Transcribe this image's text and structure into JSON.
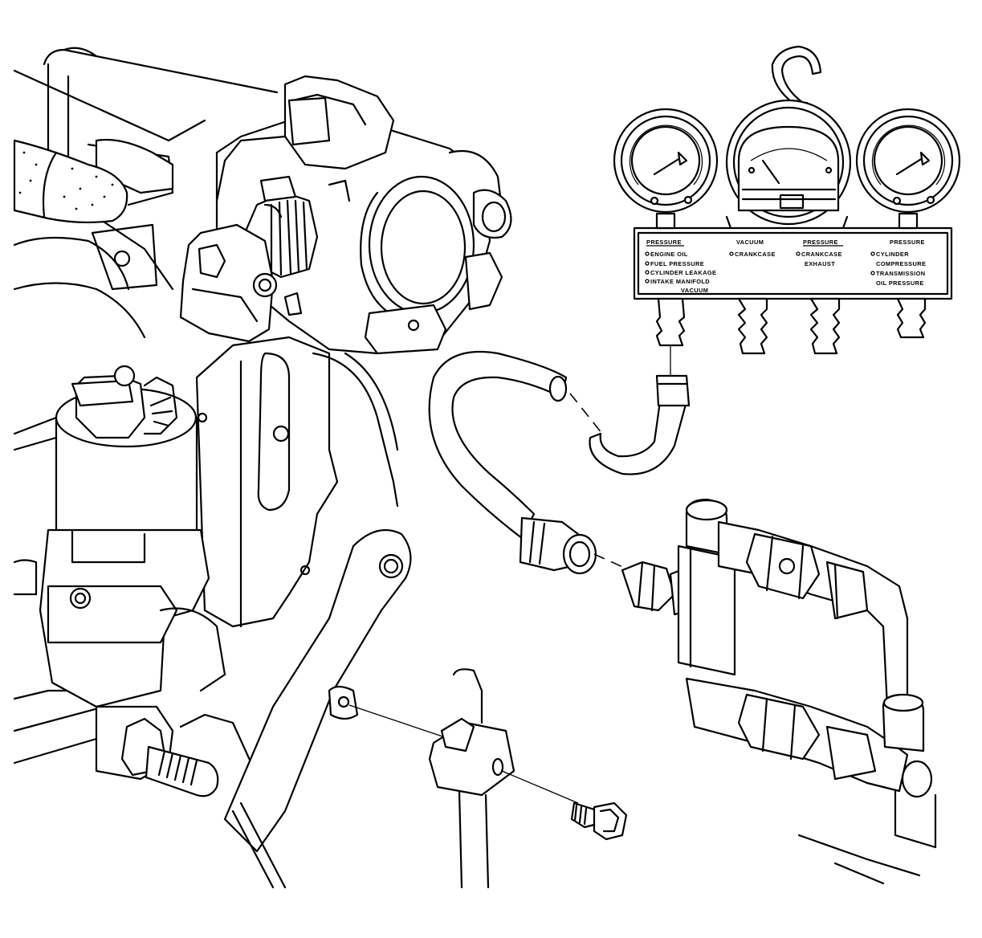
{
  "gauge_panel": {
    "headings": {
      "col1": "PRESSURE",
      "col2": "VACUUM",
      "col3": "PRESSURE",
      "col4": "PRESSURE"
    },
    "col1_items": [
      "ENGINE OIL",
      "FUEL PRESSURE",
      "CYLINDER LEAKAGE",
      "INTAKE MANIFOLD"
    ],
    "col1_continuation": "VACUUM",
    "col2_items": [
      "CRANKCASE"
    ],
    "col3_items": [
      "CRANKCASE"
    ],
    "col3_continuation": "EXHAUST",
    "col4_items": [
      "CYLINDER",
      "TRANSMISSION"
    ],
    "col4_continuations": [
      "COMPRESSURE",
      "OIL PRESSURE"
    ]
  },
  "colors": {
    "line": "#000000",
    "background": "#ffffff"
  }
}
